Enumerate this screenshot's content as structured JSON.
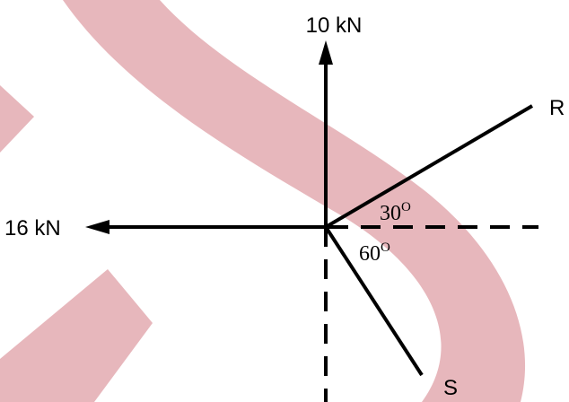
{
  "diagram": {
    "forces": {
      "up_label": "10 kN",
      "left_label": "16 kN",
      "r_label": "R",
      "s_label": "S"
    },
    "angles": {
      "r_angle_value": "30",
      "r_angle_degree": "O",
      "s_angle_value": "60",
      "s_angle_degree": "O"
    },
    "colors": {
      "line": "#000000",
      "watermark": "#e3aab0"
    }
  }
}
